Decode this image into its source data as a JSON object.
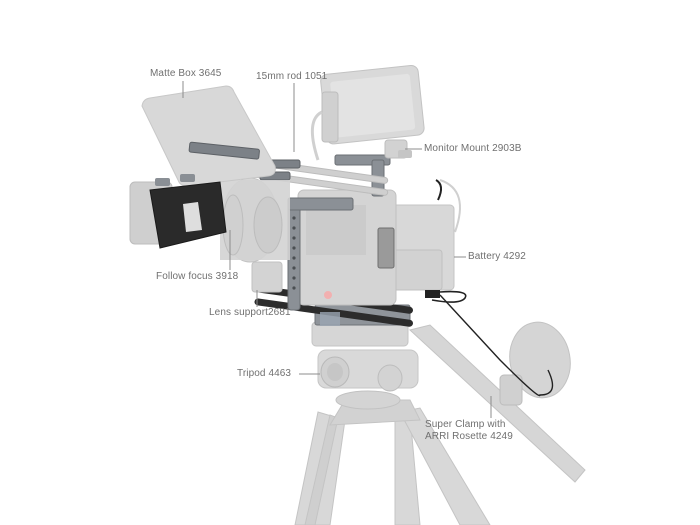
{
  "product": {
    "subject": "camera-rig-kit",
    "colors": {
      "background": "#ffffff",
      "ghost_parts": "#d6d6d6",
      "ghost_parts_shadow": "#bdbdbd",
      "highlight_dark": "#2b2b2b",
      "highlight_metal": "#8a8f95",
      "label_text": "#707070",
      "leader_line": "#8c8c8c"
    }
  },
  "callouts": [
    {
      "id": "matte-box",
      "text": "Matte Box 3645"
    },
    {
      "id": "rod",
      "text": "15mm rod 1051"
    },
    {
      "id": "monitor-mount",
      "text": "Monitor Mount 2903B"
    },
    {
      "id": "battery",
      "text": "Battery 4292"
    },
    {
      "id": "follow-focus",
      "text": "Follow focus 3918"
    },
    {
      "id": "lens-support",
      "text": "Lens support2681"
    },
    {
      "id": "tripod",
      "text": "Tripod 4463"
    },
    {
      "id": "super-clamp",
      "line1": "Super Clamp with",
      "line2": "ARRI Rosette 4249"
    }
  ]
}
